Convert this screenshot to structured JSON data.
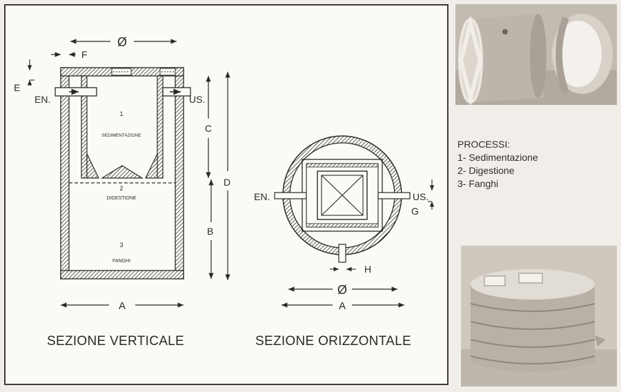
{
  "vertical_section": {
    "title": "SEZIONE VERTICALE",
    "diameter_symbol": "Ø",
    "dims": {
      "a": "A",
      "b": "B",
      "c": "C",
      "d": "D",
      "e": "E",
      "f": "F"
    },
    "inlet": "EN.",
    "outlet": "US.",
    "zones": [
      {
        "number": "1",
        "label": "SEDIMENTAZIONE"
      },
      {
        "number": "2",
        "label": "DIGESTIONE"
      },
      {
        "number": "3",
        "label": "FANGHI"
      }
    ]
  },
  "horizontal_section": {
    "title": "SEZIONE ORIZZONTALE",
    "diameter_symbol": "Ø",
    "dims": {
      "a": "A",
      "g": "G",
      "h": "H"
    },
    "inlet": "EN.",
    "outlet": "US."
  },
  "processes": {
    "heading": "PROCESSI:",
    "items": [
      "1- Sedimentazione",
      "2- Digestione",
      "3- Fanghi"
    ]
  },
  "colors": {
    "paper": "#fbfaf7",
    "ink": "#2b2927",
    "photo_background": "#b9b2a8",
    "concrete": "#d8d2c8"
  }
}
